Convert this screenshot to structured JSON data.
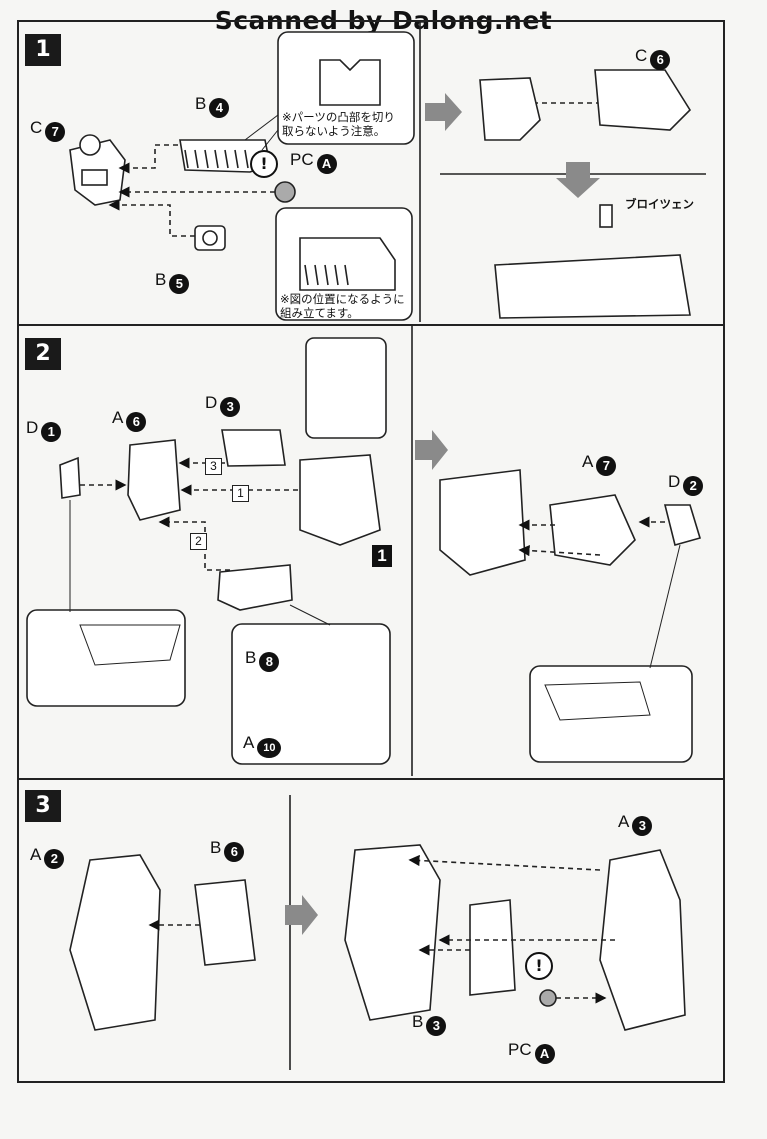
{
  "watermark": "Scanned by Dalong.net",
  "steps": [
    {
      "number": "1",
      "labels": {
        "c7_letter": "C",
        "c7_num": "7",
        "b4_letter": "B",
        "b4_num": "4",
        "pca_letter": "PC",
        "pca_num": "A",
        "b5_letter": "B",
        "b5_num": "5",
        "c6_letter": "C",
        "c6_num": "6"
      },
      "note_top": "※パーツの凸部を切り\n取らないよう注意。",
      "note_bottom": "※図の位置になるように\n組み立てます。",
      "pilot_label": "ブロイツェン"
    },
    {
      "number": "2",
      "labels": {
        "d1_letter": "D",
        "d1_num": "1",
        "a6_letter": "A",
        "a6_num": "6",
        "d3_letter": "D",
        "d3_num": "3",
        "a7_letter": "A",
        "a7_num": "7",
        "d2_letter": "D",
        "d2_num": "2",
        "b8_letter": "B",
        "b8_num": "8",
        "a10_letter": "A",
        "a10_num": "10",
        "order1": "1",
        "order2": "2",
        "order3": "3",
        "assembly_ref": "1"
      }
    },
    {
      "number": "3",
      "labels": {
        "a2_letter": "A",
        "a2_num": "2",
        "b6_letter": "B",
        "b6_num": "6",
        "a3_letter": "A",
        "a3_num": "3",
        "b3_letter": "B",
        "b3_num": "3",
        "pca_letter": "PC",
        "pca_num": "A"
      }
    }
  ],
  "icons": [
    "warning-icon",
    "nipper-icon",
    "arrow-right-icon",
    "arrow-down-icon"
  ],
  "colors": {
    "line": "#222222",
    "arrow": "#8a8a8a",
    "panel": "#ffffff"
  }
}
